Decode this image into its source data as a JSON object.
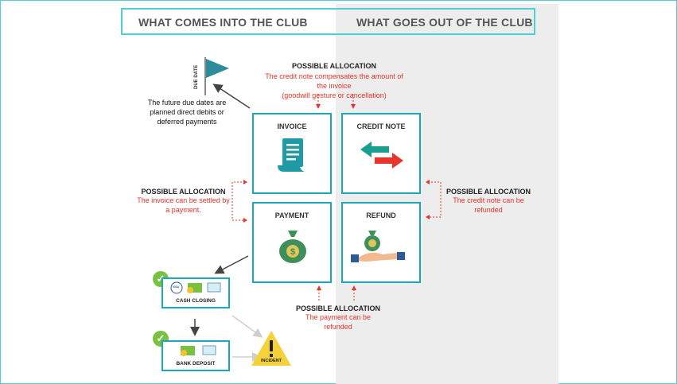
{
  "header": {
    "left_title": "WHAT COMES INTO THE CLUB",
    "right_title": "WHAT GOES OUT OF THE CLUB"
  },
  "due_date": {
    "flag_label": "DUE DATE",
    "note": [
      "The future due dates are",
      "planned direct debits or",
      "deferred payments"
    ]
  },
  "cards": {
    "invoice": "INVOICE",
    "credit_note": "CREDIT NOTE",
    "payment": "PAYMENT",
    "refund": "REFUND"
  },
  "allocations": {
    "top": {
      "title": "POSSIBLE ALLOCATION",
      "lines": [
        "The credit note compensates the amount of",
        "the invoice",
        "(goodwill gesture or cancellation)"
      ]
    },
    "left": {
      "title": "POSSIBLE ALLOCATION",
      "lines": [
        "The invoice can be settled by",
        "a payment."
      ]
    },
    "right": {
      "title": "POSSIBLE ALLOCATION",
      "lines": [
        "The credit note can be",
        "refunded"
      ]
    },
    "bottom": {
      "title": "POSSIBLE ALLOCATION",
      "lines": [
        "The payment can be",
        "refunded"
      ]
    }
  },
  "flow": {
    "cash_closing": "CASH CLOSING",
    "bank_deposit": "BANK DEPOSIT",
    "incident": "INCIDENT",
    "card_brand": "VISA"
  },
  "colors": {
    "teal": "#1aa9b5",
    "accent_red": "#e8342b",
    "money_green": "#3f8f5a",
    "check_green": "#7ac142",
    "warning_yellow": "#f5d23a"
  }
}
